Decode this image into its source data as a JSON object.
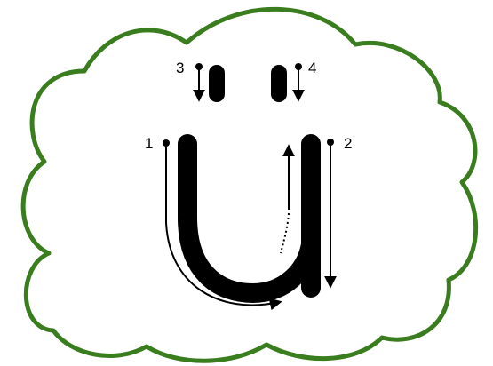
{
  "worksheet": {
    "letter": "ü",
    "stroke_numbers": [
      "1",
      "2",
      "3",
      "4"
    ]
  },
  "colors": {
    "cloud_outline": "#3a7d1e",
    "cloud_fill": "#ffffff",
    "letter": "#000000",
    "guide": "#000000"
  },
  "icons": {
    "cloud": "cloud-outline",
    "stroke_arrow": "arrow"
  }
}
